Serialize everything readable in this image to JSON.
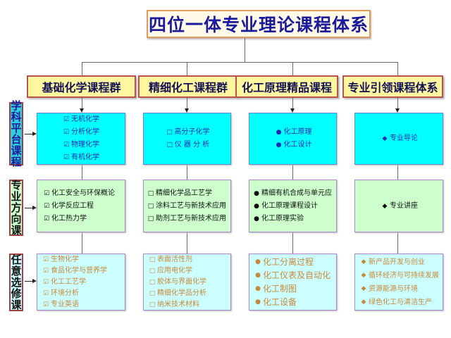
{
  "title": "四位一体专业理论课程体系",
  "columns": [
    {
      "header": "基础化学课程群"
    },
    {
      "header": "精细化工课程群"
    },
    {
      "header": "化工原理精品课程"
    },
    {
      "header": "专业引领课程体系"
    }
  ],
  "rows": [
    {
      "label": [
        "学",
        "科",
        "平",
        "台",
        "课",
        "程"
      ],
      "label_text": "学科平台课程",
      "color": "#00ffff",
      "cells": [
        {
          "bullet": "☑",
          "items": [
            "无机化学",
            "分析化学",
            "物理化学",
            "有机化学"
          ]
        },
        {
          "bullet": "□",
          "items": [
            "高分子化学",
            "仪 器 分 析"
          ]
        },
        {
          "bullet": "●",
          "items": [
            "化工原理",
            "化工设计"
          ]
        },
        {
          "bullet": "◆",
          "items": [
            "专业导论"
          ]
        }
      ]
    },
    {
      "label": [
        "专",
        "业",
        "方",
        "向",
        "课"
      ],
      "label_text": "专业方向课",
      "color": "#ccffcc",
      "cells": [
        {
          "bullet": "☑",
          "items": [
            "化工安全与环保概论",
            "化学反应工程",
            "化工热力学"
          ]
        },
        {
          "bullet": "□",
          "items": [
            "精细化学品工艺学",
            "涂料工艺与新技术应用",
            "助剂工艺与新技术应用"
          ]
        },
        {
          "bullet": "●",
          "items": [
            "精细有机合成与单元应",
            "化工原理课程设计",
            "化工原理实验"
          ]
        },
        {
          "bullet": "◆",
          "items": [
            "专业讲座"
          ]
        }
      ]
    },
    {
      "label": [
        "任",
        "意",
        "选",
        "修",
        "课"
      ],
      "label_text": "任意选修课",
      "color": "#ccffff",
      "cells": [
        {
          "bullet": "☑",
          "items": [
            "生物化学",
            "食品化学与营养学",
            "化工工艺学",
            "环境分析",
            "专业英语"
          ]
        },
        {
          "bullet": "□",
          "items": [
            "表面活性剂",
            "应用电化学",
            "胶体与界面化学",
            "精细化学品分析",
            "纳米技术材料"
          ]
        },
        {
          "bullet": "●",
          "items": [
            "化工分离过程",
            "化工仪表及自动化",
            "化工制图",
            "化工设备"
          ]
        },
        {
          "bullet": "◆",
          "items": [
            "新产品开发与创业",
            "循环经济与可持续发展",
            "资源能源与环境",
            "绿色化工与清洁生产"
          ]
        }
      ]
    }
  ],
  "colors": {
    "title_text": "#1a1a9a",
    "title_border": "#e09a5a",
    "header_bg": "#fff7a0",
    "header_border": "#c0504d",
    "row1_text": "#1a2ab0",
    "row2_text": "#111111",
    "row3_text": "#c8883a"
  }
}
